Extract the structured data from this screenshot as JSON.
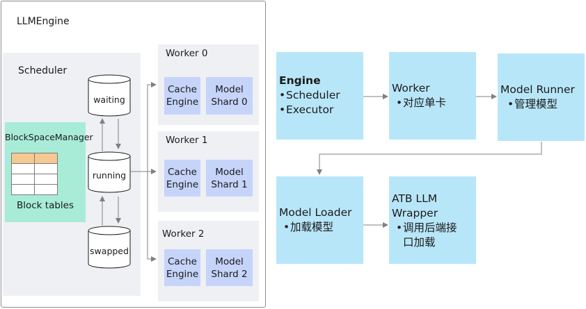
{
  "llm_engine": {
    "title": "LLMEngine",
    "scheduler": {
      "title": "Scheduler",
      "queues": [
        "waiting",
        "running",
        "swapped"
      ],
      "block_space_manager": {
        "title": "BlockSpaceManager",
        "footer": "Block tables"
      }
    },
    "workers": [
      {
        "title": "Worker 0",
        "cache": "Cache\nEngine",
        "shard": "Model\nShard 0"
      },
      {
        "title": "Worker 1",
        "cache": "Cache\nEngine",
        "shard": "Model\nShard 1"
      },
      {
        "title": "Worker 2",
        "cache": "Cache\nEngine",
        "shard": "Model\nShard 2"
      }
    ]
  },
  "flow": {
    "engine": {
      "title": "Engine",
      "bullets": [
        "Scheduler",
        "Executor"
      ]
    },
    "worker": {
      "title": "Worker",
      "bullets": [
        "对应单卡"
      ]
    },
    "model_runner": {
      "title": "Model Runner",
      "bullets": [
        "管理模型"
      ]
    },
    "model_loader": {
      "title": "Model Loader",
      "bullets": [
        "加载模型"
      ]
    },
    "atb_wrapper": {
      "title_line1": "ATB LLM",
      "title_line2": "Wrapper",
      "bullet_line1": "调用后端接",
      "bullet_line2": "口加载"
    }
  },
  "colors": {
    "panel": "#eef0f4",
    "bsm": "#a8ecd8",
    "table_header": "#f6c892",
    "worker_sub": "#c6d4fa",
    "flow_box": "#b8e6f9",
    "arrow": "#808080"
  }
}
